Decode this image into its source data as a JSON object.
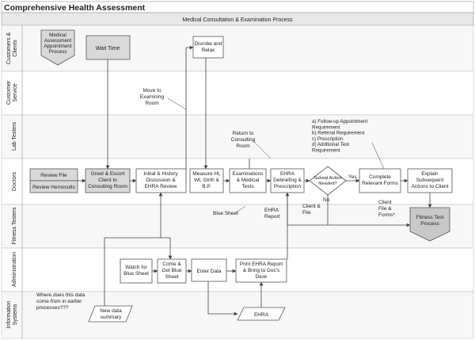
{
  "title": "Comprehensive Health Assessment",
  "process_header": "Medical Consultation & Examination Process",
  "lanes": [
    {
      "id": "customers",
      "label": [
        "Customers &",
        "Clients"
      ]
    },
    {
      "id": "customer-service",
      "label": [
        "Customer",
        "Service"
      ]
    },
    {
      "id": "lab-testers",
      "label": [
        "Lab Testers"
      ]
    },
    {
      "id": "doctors",
      "label": [
        "Doctors"
      ]
    },
    {
      "id": "fitness-testers",
      "label": [
        "Fitness Testers"
      ]
    },
    {
      "id": "administration",
      "label": [
        "Administration"
      ]
    },
    {
      "id": "info-systems",
      "label": [
        "Information",
        "Systems"
      ]
    }
  ],
  "shapes": {
    "medical_assessment": [
      "Medical",
      "Assessment",
      "Appointment",
      "Process"
    ],
    "wait_time": [
      "Wait Time"
    ],
    "disrobe": [
      "Disrobe and",
      "Relax"
    ],
    "review_file": [
      "Review File"
    ],
    "review_hemocults": [
      "Review Hemocults"
    ],
    "greet_escort": [
      "Greet & Escort",
      "Client to",
      "Consulting Room"
    ],
    "initial_history": [
      "Initial & History",
      "Discussion &",
      "EHRA Review"
    ],
    "measure": [
      "Measure Ht,",
      "Wt, Girth &",
      "B.P."
    ],
    "examinations": [
      "Examinations",
      "& Medical",
      "Tests"
    ],
    "ehra_debriefing": [
      "EHRA",
      "Debriefing &",
      "Prescription"
    ],
    "subsqt_action": [
      "Subsqt Action",
      "Needed?"
    ],
    "complete_forms": [
      "Complete",
      "Relevant Forms"
    ],
    "explain_actions": [
      "Explain",
      "Subsequent",
      "Actions to Client"
    ],
    "fitness_test": [
      "Fitness Test",
      "Process"
    ],
    "watch_blue_sheet": [
      "Watch for",
      "Blue Sheet"
    ],
    "come_get_blue_sheet": [
      "Come &",
      "Get Blue",
      "Sheet"
    ],
    "enter_data": [
      "Enter Data"
    ],
    "print_ehra": [
      "Print EHRA Report",
      "& Bring to Doc's",
      "Desk"
    ],
    "new_data_summary": [
      "New data",
      "summary"
    ],
    "ehra_data": [
      "EHRA"
    ]
  },
  "labels": {
    "move_to_exam": [
      "Move to",
      "Examining",
      "Room"
    ],
    "return_consulting": [
      "Return to",
      "Consulting",
      "Room"
    ],
    "followup_list": [
      "a) Follow-up Appointment",
      "Requirement",
      "b) Referral Requirement",
      "c) Prescription",
      "d) Additional Test",
      "Requirement"
    ],
    "yes": [
      "Yes"
    ],
    "no": [
      "No"
    ],
    "blue_sheet": [
      "Blue Sheet"
    ],
    "ehra_report": [
      "EHRA",
      "Report"
    ],
    "client_file": [
      "Client &",
      "File"
    ],
    "client_file_forms": [
      "Client",
      "File &",
      "Forms*"
    ],
    "question": [
      "Where does this data",
      "come from in earlier",
      "processes???"
    ]
  },
  "colors": {
    "shape_fill": "#d9d9d9",
    "box_fill": "#ffffff",
    "lane_fill": "#f2f2f2",
    "border": "#555555",
    "line": "#444444"
  }
}
